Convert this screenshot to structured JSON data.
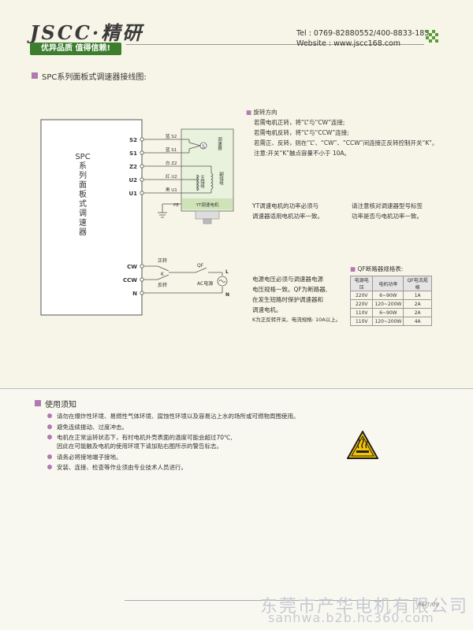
{
  "header": {
    "logo": "JSCC·精研",
    "slogan": "优异品质 值得信赖!",
    "tel": "Tel : 0769-82880552/400-8833-185",
    "website": "Website : www.jscc168.com"
  },
  "section1": {
    "title": "SPC系列面板式调速器接线图:"
  },
  "diagram": {
    "controller_label": [
      "SPC",
      "系",
      "列",
      "面",
      "板",
      "式",
      "调",
      "速",
      "器"
    ],
    "terminals_left": [
      "S2",
      "S1",
      "Z2",
      "U2",
      "U1"
    ],
    "terminals_bottom": [
      "CW",
      "CCW",
      "N"
    ],
    "wire_labels": [
      "蓝 S2",
      "蓝 S1",
      "白 Z2",
      "红 U2",
      "黑 U1"
    ],
    "motor_labels": {
      "speed_gen": "调速器",
      "main_coil": "主绕组",
      "aux_coil": "副绕组",
      "motor": "YT调速电机",
      "pe": "PE",
      "s_circle": "S"
    },
    "switch_labels": {
      "forward": "正转",
      "k": "K",
      "reverse": "反转",
      "qf": "QF",
      "ac": "AC电源",
      "l": "L",
      "n": "N"
    }
  },
  "notes": {
    "rotation_title": "旋转方向",
    "rotation_lines": [
      "若需电机正转，将“L”与“CW”连接;",
      "若需电机反转，将“L”与“CCW”连接;",
      "若需正、反转，则在“L”、“CW”、“CCW”间连接正反转控制开关“K”。",
      "注意:开关“K”触点容量不小于 10A。"
    ],
    "power_match": [
      "YT调速电机的功率必须与",
      "调速器适用电机功率一致。"
    ],
    "label_check": [
      "请注意核对调速器型号标签",
      "功率是否与电机功率一致。"
    ],
    "supply_note": [
      "电源电压必须与调速器电源",
      "电压规格一致。QF为断路器,",
      "在发生短路时保护调速器和",
      "调速电机。",
      "K为正反转开关、电流规格: 10A以上。"
    ]
  },
  "qf_table": {
    "title": "QF断路器规格表:",
    "headers": [
      "电源电压",
      "电机功率",
      "QF电流规格"
    ],
    "rows": [
      [
        "220V",
        "6~90W",
        "1A"
      ],
      [
        "220V",
        "120~200W",
        "2A"
      ],
      [
        "110V",
        "6~90W",
        "2A"
      ],
      [
        "110V",
        "120~200W",
        "4A"
      ]
    ]
  },
  "usage": {
    "title": "使用须知",
    "items": [
      "请勿在爆炸性环境、易燃性气体环境、腐蚀性环境以及容易沾上水的场所或可燃物周围使用。",
      "避免连续振动、过度冲击。",
      "电机在正常运转状态下，有时电机外壳表面的温度可能会超过70℃,",
      "因此在可能触及电机的使用环境下请加贴右图所示的警告标志。",
      "请务必将接地端子接地。",
      "安装、连接、检查等作业须由专业技术人员进行。"
    ]
  },
  "footer": {
    "watermark": "东莞市产华电机有限公司",
    "watermark_url": "sanhwa.b2b.hc360.com",
    "page": "P6/7/09"
  }
}
